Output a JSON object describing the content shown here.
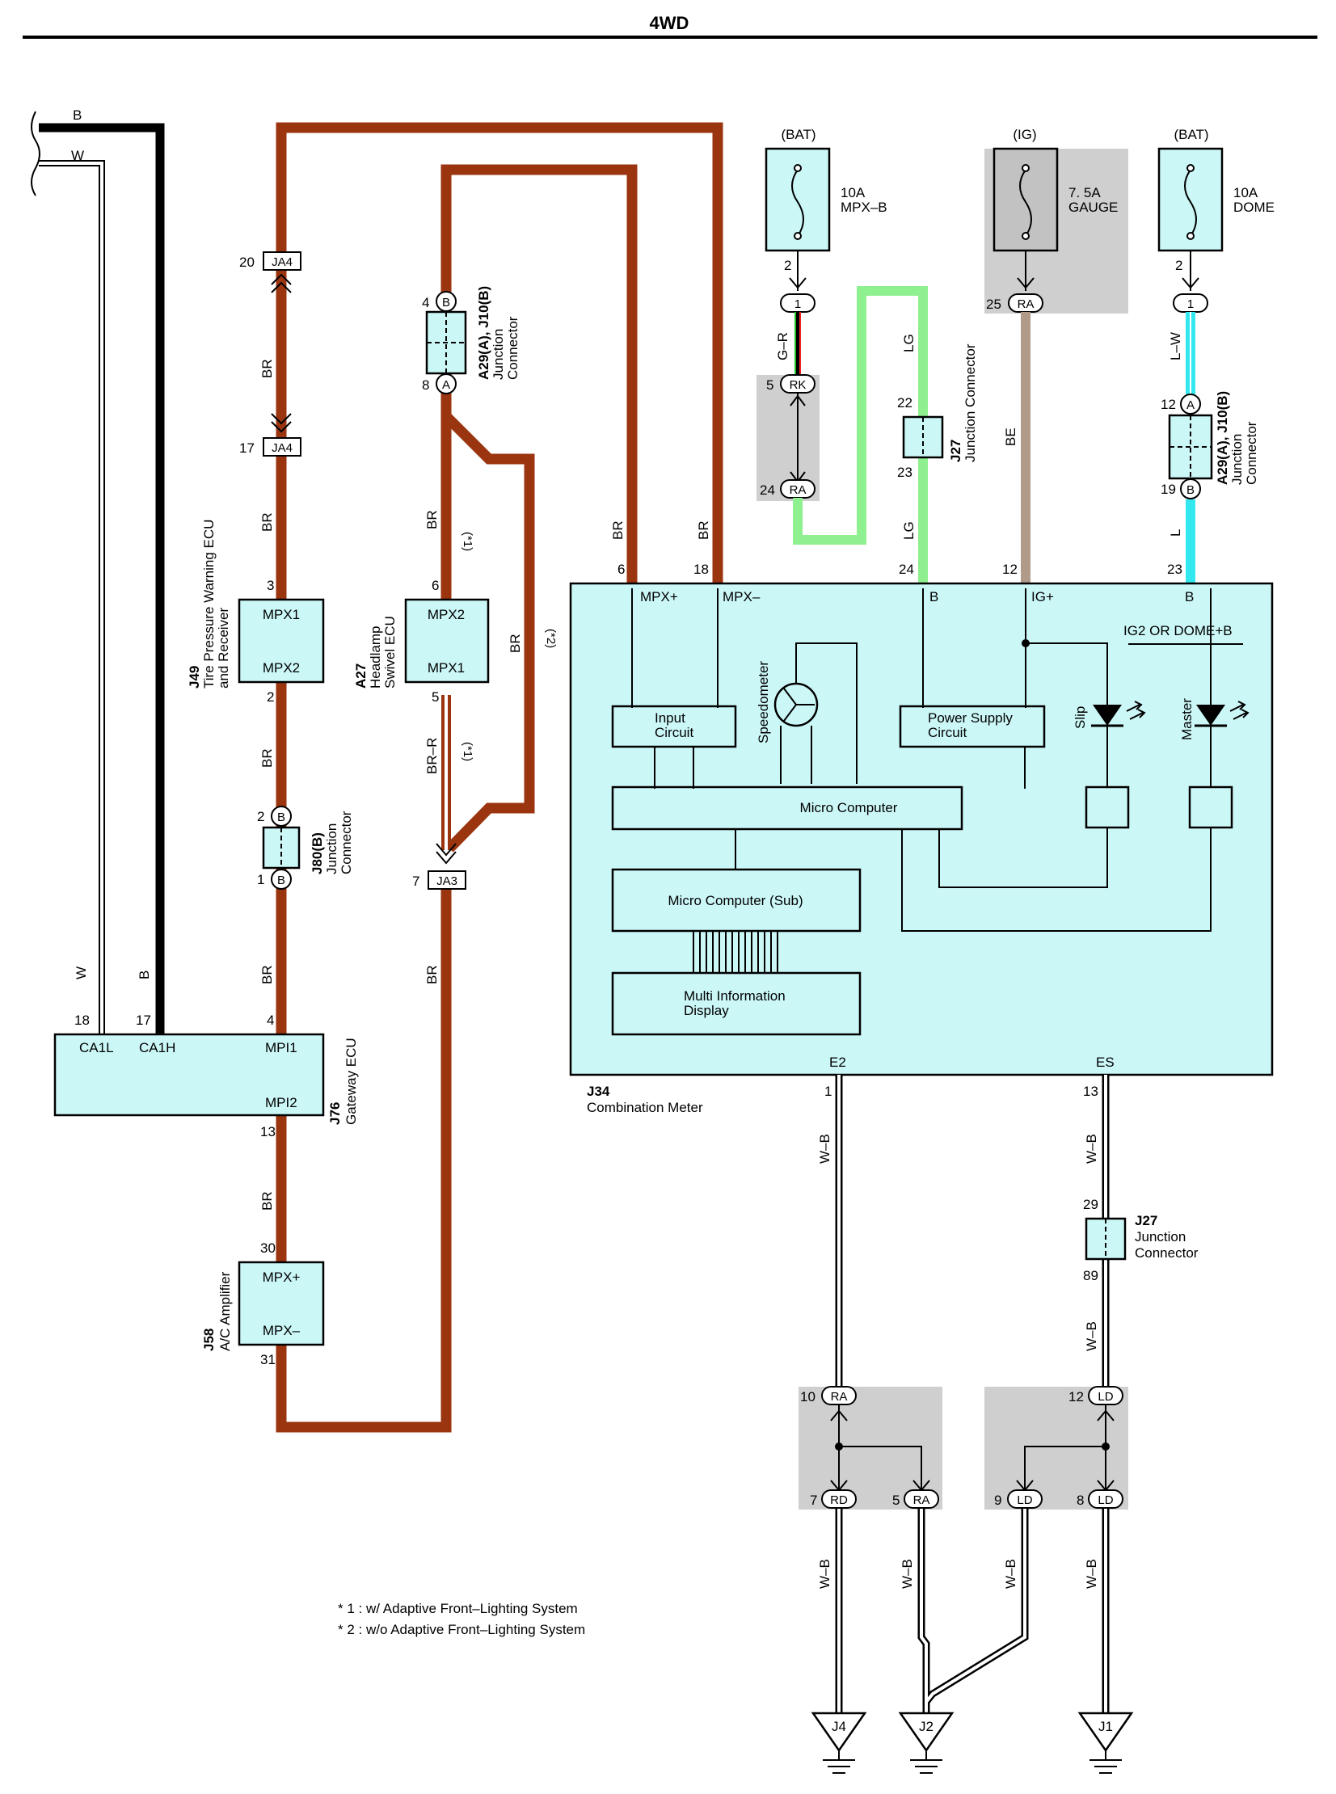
{
  "title": "4WD",
  "colors": {
    "br": "#9b3510",
    "lg": "#8ef08e",
    "be": "#b09a8a",
    "lw": "#33e7ee",
    "box_fill": "#ccf7f7",
    "shade": "#cfcfcf"
  },
  "wire_labels": {
    "b": "B",
    "w": "W",
    "br": "BR",
    "gr": "G–R",
    "lg": "LG",
    "be": "BE",
    "lw": "L–W",
    "l": "L",
    "brr": "BR–R",
    "wb": "W–B",
    "star1": "(*1)",
    "star2": "(*2)"
  },
  "power": {
    "bat1": {
      "label": "(BAT)",
      "rating": "10A",
      "name": "MPX–B",
      "pin": "2",
      "conn": "1"
    },
    "ig": {
      "label": "(IG)",
      "rating": "7. 5A",
      "name": "GAUGE",
      "pin": "25",
      "conn": "RA"
    },
    "bat2": {
      "label": "(BAT)",
      "rating": "10A",
      "name": "DOME",
      "pin": "2",
      "conn": "1"
    }
  },
  "connectors": {
    "ja4_top": {
      "pin": "20",
      "name": "JA4"
    },
    "ja4_bot": {
      "pin": "17",
      "name": "JA4"
    },
    "ja3": {
      "pin": "7",
      "name": "JA3"
    },
    "rk": {
      "pin": "5",
      "name": "RK"
    },
    "ra24": {
      "pin": "24",
      "name": "RA"
    },
    "a29_left": {
      "pin_top": "4",
      "top": "B",
      "pin_bot": "8",
      "bot": "A",
      "code": "A29(A), J10(B)",
      "line1": "Junction",
      "line2": "Connector"
    },
    "a29_right": {
      "pin_top": "12",
      "top": "A",
      "pin_bot": "19",
      "bot": "B",
      "code": "A29(A), J10(B)",
      "line1": "Junction",
      "line2": "Connector"
    },
    "j27_top": {
      "pin_top": "22",
      "pin_bot": "23",
      "code": "J27",
      "name": "Junction Connector"
    },
    "j27_bot": {
      "pin_top": "29",
      "pin_bot": "89",
      "code": "J27",
      "line1": "Junction",
      "line2": "Connector"
    },
    "j80": {
      "pin_top": "2",
      "top": "B",
      "pin_bot": "1",
      "bot": "B",
      "code": "J80(B)",
      "line1": "Junction",
      "line2": "Connector"
    }
  },
  "components": {
    "j49": {
      "code": "J49",
      "line1": "Tire Pressure Warning ECU",
      "line2": "and Receiver",
      "t1": "MPX1",
      "t2": "MPX2",
      "pin_in": "3",
      "pin_out": "2"
    },
    "a27": {
      "code": "A27",
      "line1": "Headlamp",
      "line2": "Swivel ECU",
      "t1": "MPX2",
      "t2": "MPX1",
      "pin_in": "6",
      "pin_out": "5"
    },
    "j76": {
      "code": "J76",
      "name": "Gateway ECU",
      "ca1l": "CA1L",
      "ca1h": "CA1H",
      "mpi1": "MPI1",
      "mpi2": "MPI2",
      "p18": "18",
      "p17": "17",
      "p4": "4",
      "p13": "13"
    },
    "j58": {
      "code": "J58",
      "name": "A/C Amplifier",
      "t1": "MPX+",
      "t2": "MPX–",
      "p30": "30",
      "p31": "31"
    },
    "j34": {
      "code": "J34",
      "name": "Combination Meter",
      "mpx_plus": "MPX+",
      "mpx_minus": "MPX–",
      "b": "B",
      "ig_plus": "IG+",
      "b2": "B",
      "ig2_dome": "IG2 OR DOME+B",
      "input_circuit": "Input\nCircuit",
      "power_supply": "Power Supply\nCircuit",
      "speedometer": "Speedometer",
      "slip": "Slip",
      "master": "Master",
      "micro": "Micro Computer",
      "micro_sub": "Micro Computer (Sub)",
      "mid_line1": "Multi Information",
      "mid_line2": "Display",
      "e2": "E2",
      "es": "ES",
      "p6": "6",
      "p18": "18",
      "p24": "24",
      "p12": "12",
      "p23": "23",
      "p1": "1",
      "p13": "13"
    }
  },
  "ground_junctions": {
    "left": {
      "top_pin": "10",
      "top": "RA",
      "a_pin": "7",
      "a": "RD",
      "b_pin": "5",
      "b": "RA"
    },
    "right": {
      "top_pin": "12",
      "top": "LD",
      "a_pin": "9",
      "a": "LD",
      "b_pin": "8",
      "b": "LD"
    }
  },
  "grounds": [
    "J4",
    "J2",
    "J1"
  ],
  "notes": {
    "n1": "* 1 : w/ Adaptive Front–Lighting System",
    "n2": "* 2 : w/o Adaptive Front–Lighting System"
  }
}
